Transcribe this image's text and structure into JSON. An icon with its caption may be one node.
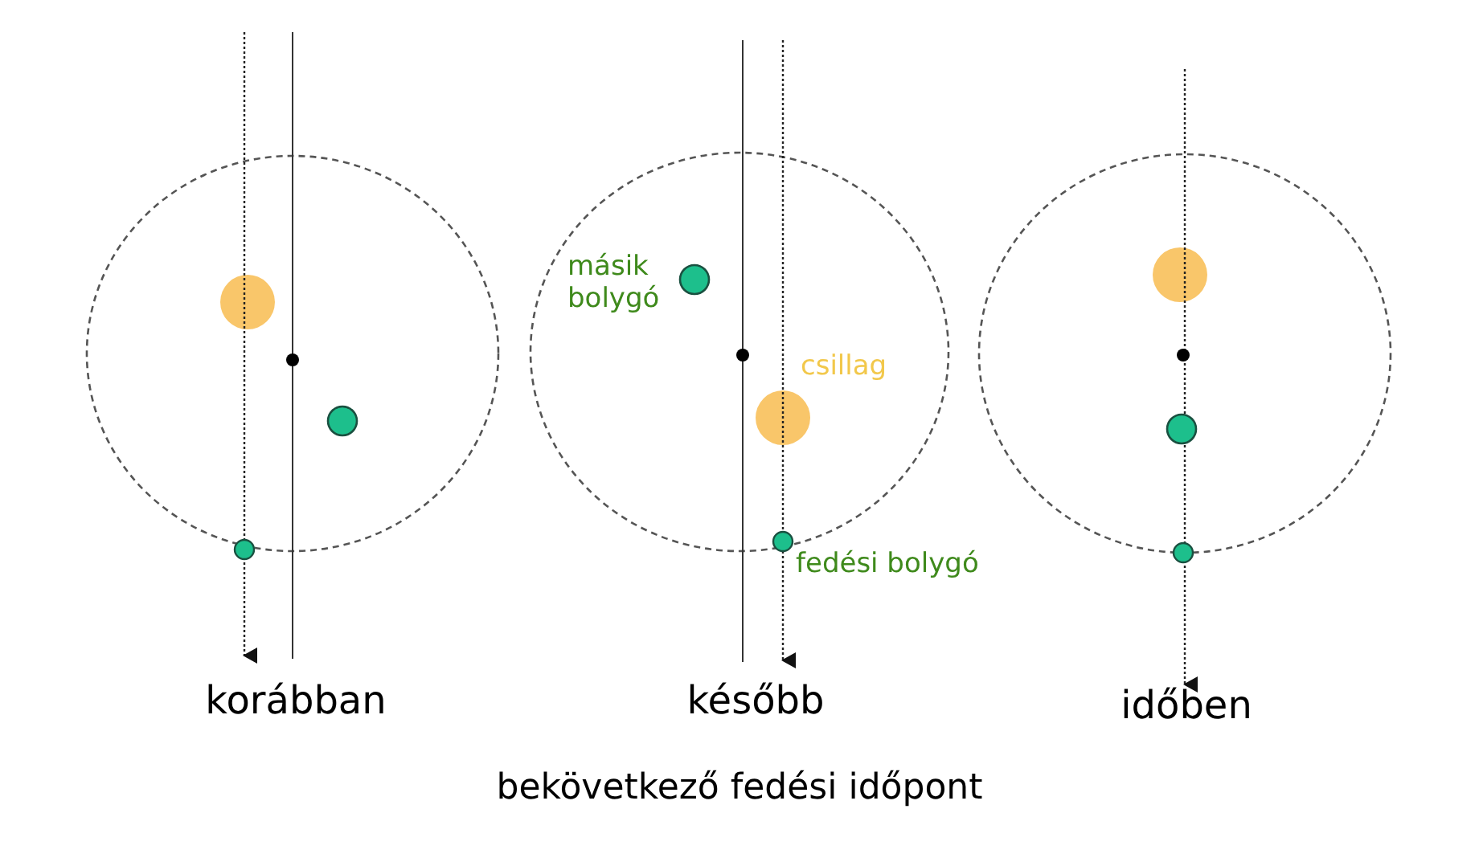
{
  "diagram": {
    "caption": "bekövetkező fedési időpont",
    "labels": [
      "másik bolygó",
      "csillag",
      "fedési bolygó",
      "korábban",
      "később",
      "időben"
    ]
  }
}
